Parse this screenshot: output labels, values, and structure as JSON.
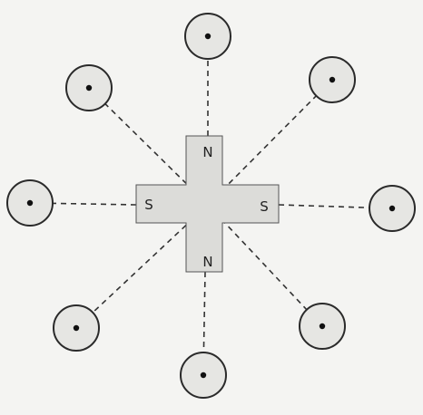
{
  "diagram": {
    "magnet_poles": {
      "top": "N",
      "bottom": "N",
      "left": "S",
      "right": "S"
    },
    "compass_count": 8,
    "colors": {
      "magnet_fill": "#dcdcd9",
      "magnet_stroke": "#555555",
      "line": "#333333",
      "compass_fill": "#e6e6e3",
      "compass_stroke": "#2a2a2a",
      "needle_dot": "#111111"
    }
  }
}
